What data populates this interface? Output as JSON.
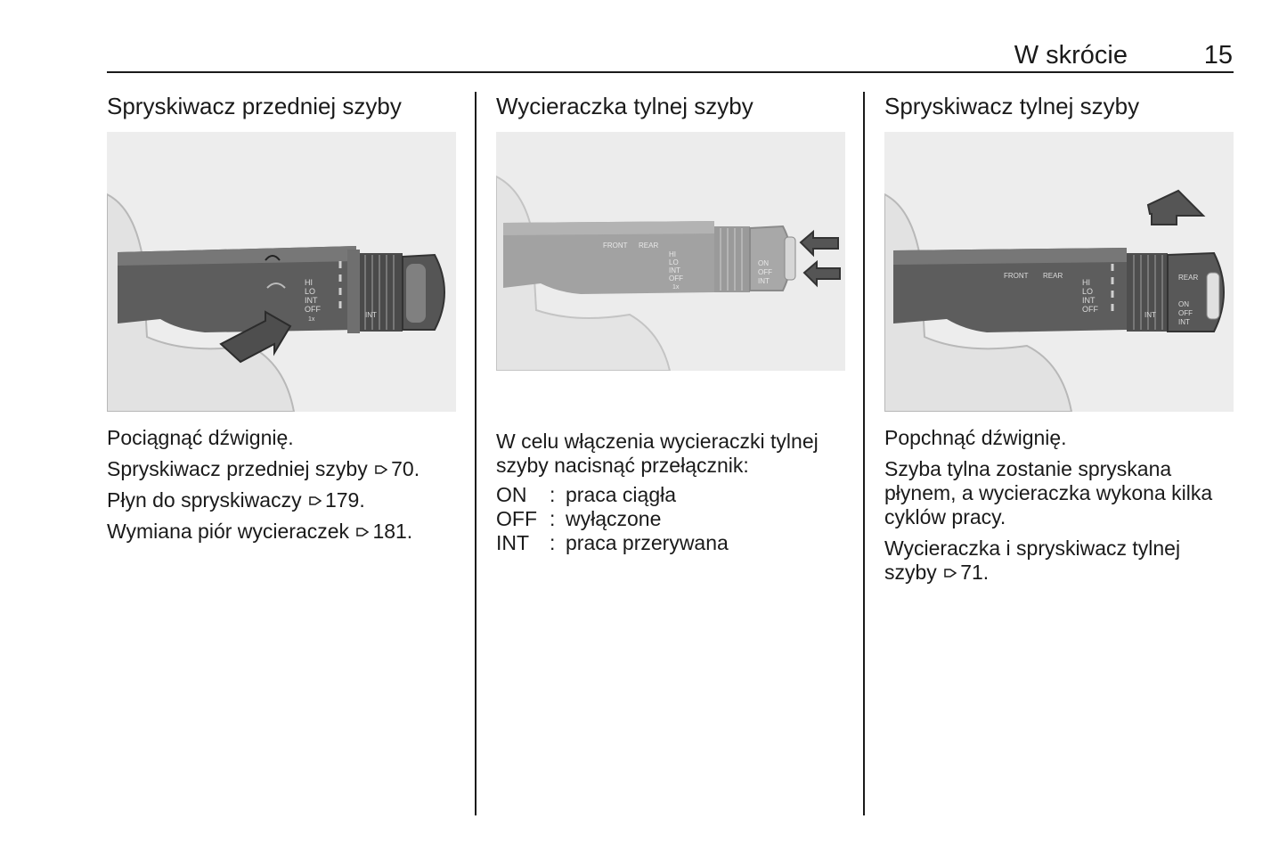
{
  "header": {
    "title": "W skrócie",
    "page_number": "15"
  },
  "columns": [
    {
      "heading": "Spryskiwacz przedniej szyby",
      "paragraphs": [
        {
          "text": "Pociągnąć dźwignię."
        },
        {
          "text": "Spryskiwacz przedniej szyby",
          "ref": "70."
        },
        {
          "text": "Płyn do spryskiwaczy",
          "ref": "179."
        },
        {
          "text": "Wymiana piór wycieraczek",
          "ref": "181."
        }
      ],
      "figure_labels": {
        "hi": "HI",
        "lo": "LO",
        "int": "INT",
        "off": "OFF",
        "one_x": "1x",
        "ring_int": "INT"
      }
    },
    {
      "heading": "Wycieraczka tylnej szyby",
      "intro": "W celu włączenia wycieraczki tylnej szyby nacisnąć przełącznik:",
      "definitions": [
        {
          "term": "ON",
          "sep": ":",
          "desc": "praca ciągła"
        },
        {
          "term": "OFF",
          "sep": ":",
          "desc": "wyłączone"
        },
        {
          "term": "INT",
          "sep": ":",
          "desc": "praca przerywana"
        }
      ],
      "figure_labels": {
        "front": "FRONT",
        "rear": "REAR",
        "hi": "HI",
        "lo": "LO",
        "int": "INT",
        "off": "OFF",
        "one_x": "1x",
        "on": "ON",
        "off2": "OFF",
        "int2": "INT"
      }
    },
    {
      "heading": "Spryskiwacz tylnej szyby",
      "paragraphs": [
        {
          "text": "Popchnąć dźwignię."
        },
        {
          "text": "Szyba tylna zostanie spryskana płynem, a wycieraczka wykona kilka cyklów pracy."
        },
        {
          "text": "Wycieraczka i spryskiwacz tylnej szyby",
          "ref": "71."
        }
      ],
      "figure_labels": {
        "front": "FRONT",
        "rear": "REAR",
        "hi": "HI",
        "lo": "LO",
        "int": "INT",
        "off": "OFF",
        "ring_int": "INT",
        "on": "ON",
        "off2": "OFF",
        "int2": "INT",
        "rear2": "REAR"
      }
    }
  ]
}
